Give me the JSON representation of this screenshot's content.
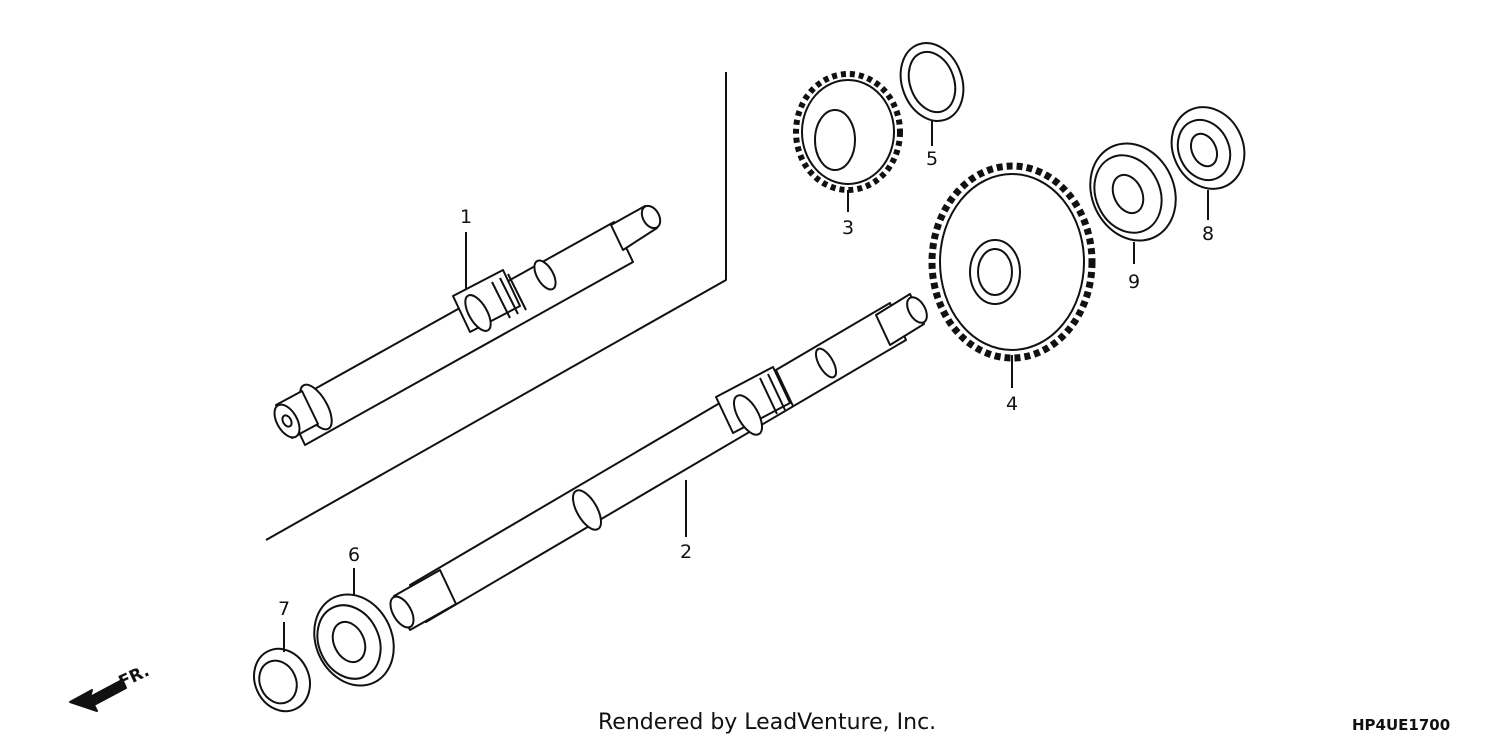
{
  "diagram": {
    "callouts": {
      "p1": "1",
      "p2": "2",
      "p3": "3",
      "p4": "4",
      "p5": "5",
      "p6": "6",
      "p7": "7",
      "p8": "8",
      "p9": "9"
    },
    "direction_label": "FR.",
    "credit": "Rendered by LeadVenture, Inc.",
    "diagram_code": "HP4UE1700"
  },
  "colors": {
    "line": "#111111",
    "background": "#ffffff"
  }
}
